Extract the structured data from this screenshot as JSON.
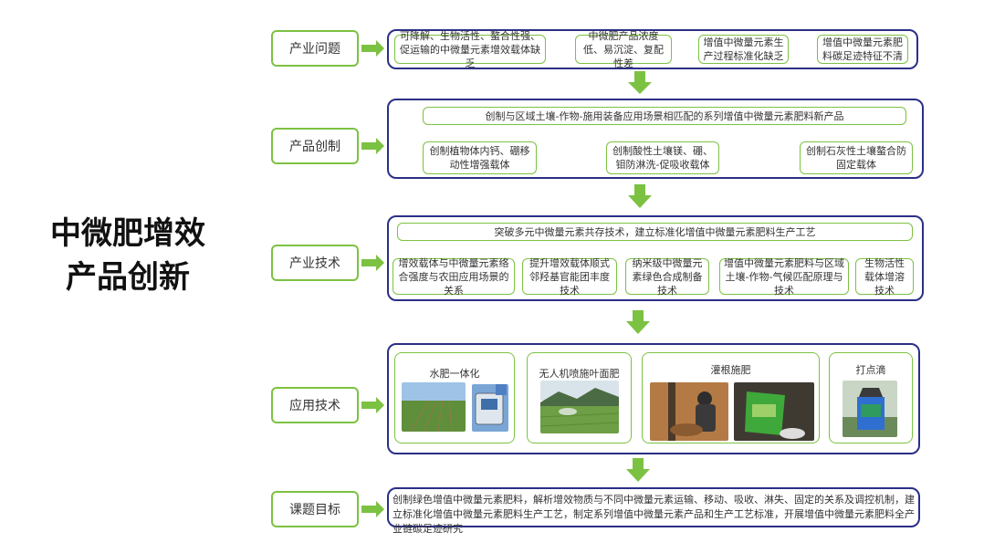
{
  "title_lines": [
    "中微肥增效",
    "产品创新"
  ],
  "rows": {
    "problem": {
      "label": "产业问题",
      "items": [
        "可降解、生物活性、螯合性强、促运输的中微量元素增效载体缺乏",
        "中微肥产品浓度低、易沉淀、复配性差",
        "增值中微量元素生产过程标准化缺乏",
        "增值中微量元素肥料碳足迹特征不清"
      ]
    },
    "product": {
      "label": "产品创制",
      "header": "创制与区域土壤-作物-施用装备应用场景相匹配的系列增值中微量元素肥料新产品",
      "items": [
        "创制植物体内钙、硼移动性增强载体",
        "创制酸性土壤镁、硼、钼防淋洗-促吸收载体",
        "创制石灰性土壤螯合防固定载体"
      ]
    },
    "tech": {
      "label": "产业技术",
      "header": "突破多元中微量元素共存技术，建立标准化增值中微量元素肥料生产工艺",
      "items": [
        "增效载体与中微量元素络合强度与农田应用场景的关系",
        "提升增效载体顺式邻羟基官能团丰度技术",
        "纳米级中微量元素绿色合成制备技术",
        "增值中微量元素肥料与区域土壤-作物-气候匹配原理与技术",
        "生物活性载体增溶技术"
      ]
    },
    "application": {
      "label": "应用技术",
      "cards": [
        "水肥一体化",
        "无人机喷施叶面肥",
        "灌根施肥",
        "打点滴"
      ]
    },
    "goal": {
      "label": "课题目标",
      "text": "创制绿色增值中微量元素肥料，解析增效物质与不同中微量元素运输、移动、吸收、淋失、固定的关系及调控机制，建立标准化增值中微量元素肥料生产工艺，制定系列增值中微量元素产品和生产工艺标准，开展增值中微量元素肥料全产业链碳足迹研究"
    }
  },
  "colors": {
    "green": "#7cc242",
    "navy": "#2b2f86"
  }
}
